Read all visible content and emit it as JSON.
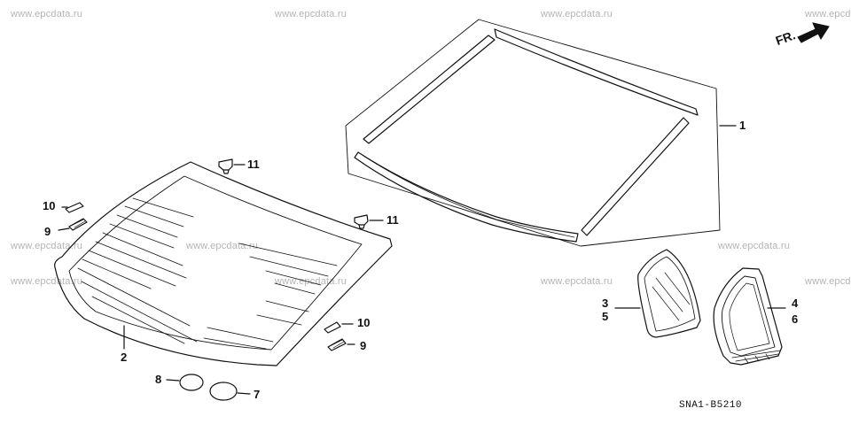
{
  "watermark": "www.epcdata.ru",
  "diagram_code": "SNA1-B5210",
  "front_indicator": "FR.",
  "callouts": {
    "c1": "1",
    "c2": "2",
    "c3": "3",
    "c4": "4",
    "c5": "5",
    "c6": "6",
    "c7": "7",
    "c8": "8",
    "c9a": "9",
    "c9b": "9",
    "c10a": "10",
    "c10b": "10",
    "c11a": "11",
    "c11b": "11"
  },
  "colors": {
    "line": "#111111",
    "watermark": "#b4b4b4"
  }
}
